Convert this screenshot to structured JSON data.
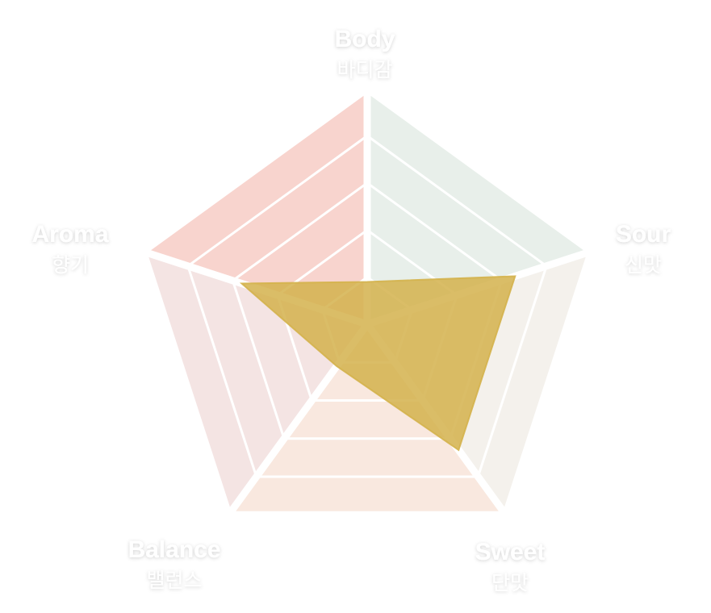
{
  "chart_data": {
    "type": "radar",
    "axes": [
      {
        "key": "body",
        "label": "Body",
        "sublabel": "바디감"
      },
      {
        "key": "sour",
        "label": "Sour",
        "sublabel": "신맛"
      },
      {
        "key": "sweet",
        "label": "Sweet",
        "sublabel": "단맛"
      },
      {
        "key": "balance",
        "label": "Balance",
        "sublabel": "밸런스"
      },
      {
        "key": "aroma",
        "label": "Aroma",
        "sublabel": "향기"
      }
    ],
    "levels": 5,
    "max": 5,
    "values": [
      0.9,
      3.3,
      3.3,
      1.1,
      2.8
    ],
    "sector_colors": [
      "#e8efea",
      "#f4f1ec",
      "#f9e8df",
      "#f4e4e3",
      "#f8d4ce"
    ],
    "series_color": "#d4b24c",
    "series_opacity": 0.85,
    "grid": true,
    "legend": "none"
  }
}
